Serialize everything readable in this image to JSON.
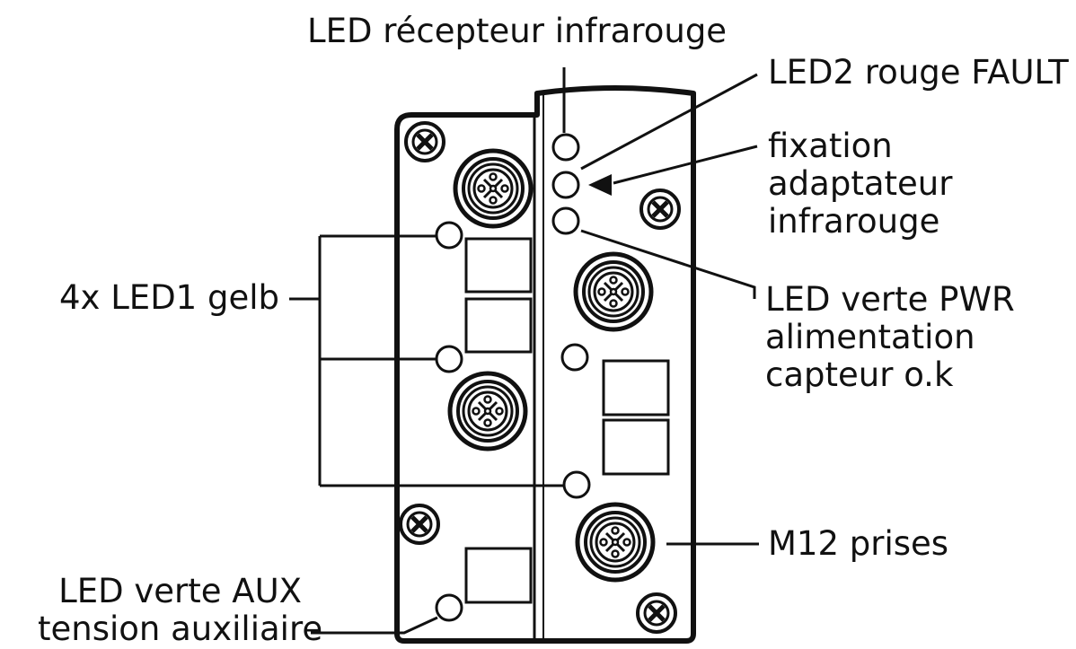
{
  "colors": {
    "ink": "#111111",
    "background": "#ffffff"
  },
  "labels": {
    "ir_receiver": "LED récepteur infrarouge",
    "led2_fault": "LED2 rouge FAULT",
    "ir_adapter": [
      "fixation",
      "adaptateur",
      "infrarouge"
    ],
    "led1": "4x LED1 gelb",
    "pwr": [
      "LED verte PWR",
      "alimentation",
      "capteur o.k"
    ],
    "m12": "M12 prises",
    "aux": [
      "LED verte AUX",
      "tension auxiliaire"
    ]
  },
  "icons": {
    "screw": "screw-icon",
    "connector": "m12-connector-icon",
    "led": "led-icon",
    "arrow": "arrow-icon"
  }
}
